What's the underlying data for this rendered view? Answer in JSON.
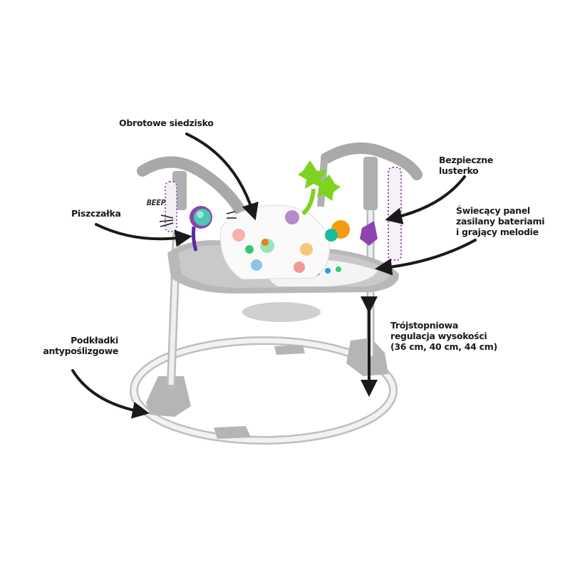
{
  "labels": {
    "rotating_seat": "Obrotowe siedzisko",
    "squeaker": "Piszczałka",
    "non_slip_pads": [
      "Podkładki",
      "antypoślizgowe"
    ],
    "safe_mirror": [
      "Bezpieczne",
      "lusterko"
    ],
    "light_panel": [
      "Świecący panel",
      "zasilany bateriami",
      "i grający melodie"
    ],
    "height_adjust": [
      "Trójstopniowa",
      "regulacja wysokości",
      "(36 cm, 40 cm, 44 cm)"
    ]
  },
  "beep_text": "BEEP",
  "colors": {
    "frame": "#a9a9a9",
    "frame_light": "#d3d3d3",
    "arrow": "#1a1a1a",
    "tube": "#eeeeee"
  }
}
